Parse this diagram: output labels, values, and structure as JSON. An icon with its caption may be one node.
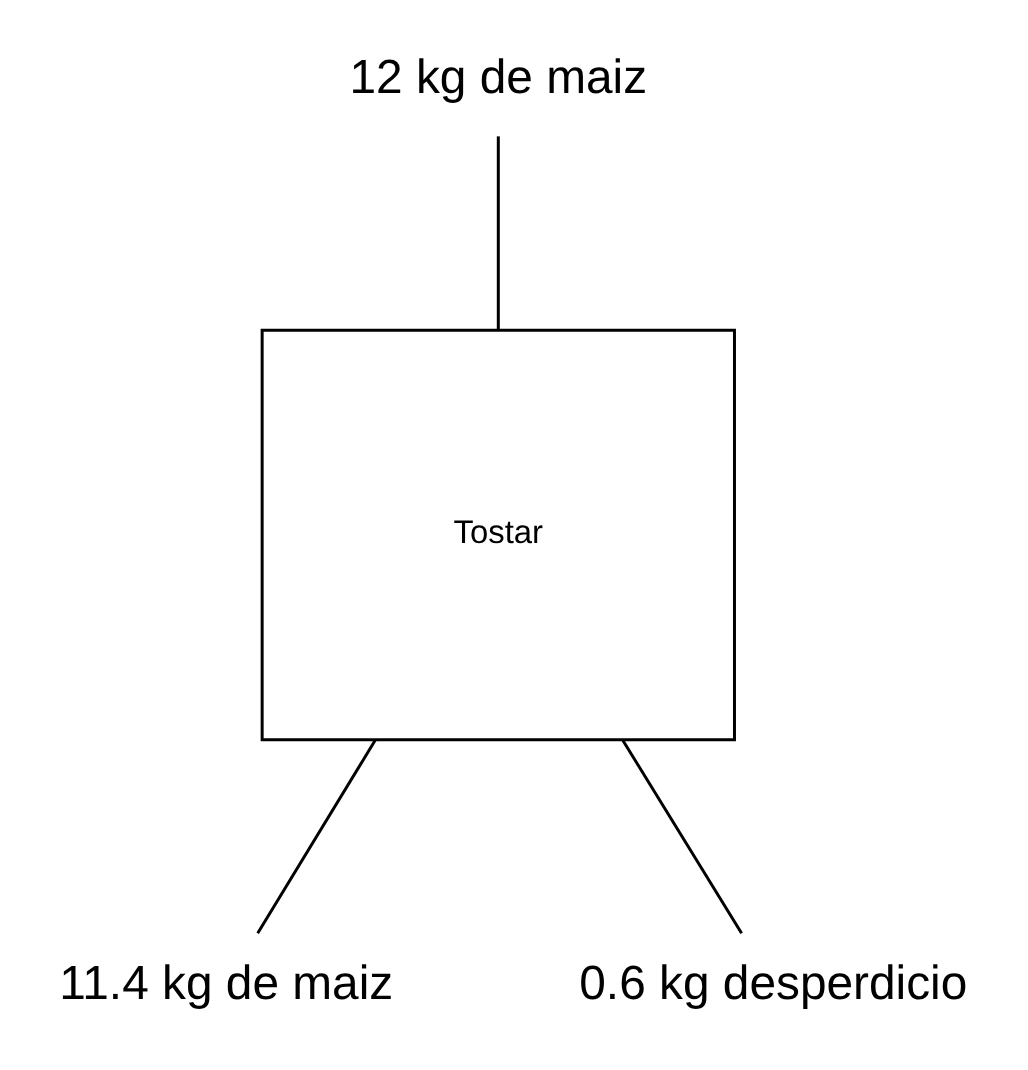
{
  "diagram": {
    "nodes": [
      {
        "text": [
          "Tostar"
        ]
      },
      {
        "text": [
          "12 kg de maiz"
        ]
      },
      {
        "text": [
          "11.4 kg de maiz"
        ]
      },
      {
        "text": [
          "0.6 kg desperdicio"
        ]
      }
    ],
    "edges": [
      {
        "from": 1,
        "to": 0,
        "arrow": "none"
      },
      {
        "from": 0,
        "to": 2,
        "arrow": "none"
      },
      {
        "from": 0,
        "to": 3,
        "arrow": "none"
      }
    ]
  }
}
